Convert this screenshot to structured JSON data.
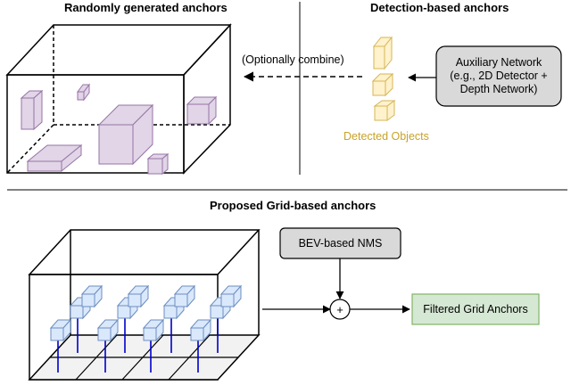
{
  "titles": {
    "random": "Randomly generated anchors",
    "detection": "Detection-based anchors",
    "grid": "Proposed Grid-based anchors"
  },
  "combine_label": "(Optionally combine)",
  "auxiliary_network": {
    "line1": "Auxiliary Network",
    "line2": "(e.g., 2D Detector +",
    "line3": "Depth Network)"
  },
  "detected_objects_label": "Detected Objects",
  "bev_nms_label": "BEV-based NMS",
  "plus_symbol": "+",
  "filtered_label": "Filtered Grid Anchors",
  "colors": {
    "random_anchor_fill": "#e1d5e7",
    "random_anchor_stroke": "#9673a6",
    "detected_fill": "#fff2cc",
    "detected_stroke": "#d6b656",
    "detected_text": "#c9a227",
    "grid_anchor_fill": "#dae8fc",
    "grid_anchor_stroke": "#6c8ebf",
    "grid_arrow": "#0000cc",
    "aux_box_fill": "#d9d9d9",
    "filtered_fill": "#d5e8d4",
    "filtered_stroke": "#82b366"
  }
}
